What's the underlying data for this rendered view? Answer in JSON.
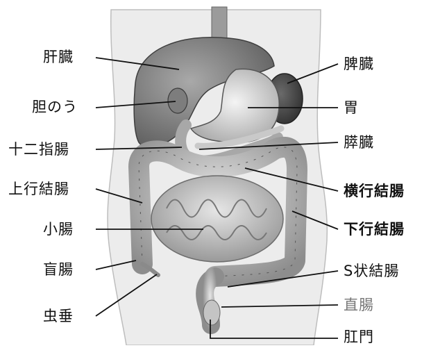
{
  "labels": {
    "liver": "肝臓",
    "gallbladder": "胆のう",
    "duodenum": "十二指腸",
    "ascending_colon": "上行結腸",
    "small_intestine": "小腸",
    "cecum": "盲腸",
    "appendix": "虫垂",
    "spleen": "脾臓",
    "stomach": "胃",
    "pancreas": "膵臓",
    "transverse_colon": "横行結腸",
    "descending_colon": "下行結腸",
    "sigmoid_colon": "S状結腸",
    "rectum": "直腸",
    "anus": "肛門"
  },
  "colors": {
    "rectum_label": "#777777",
    "line": "#111111",
    "organ_shade": "#8a8a8a",
    "body": "#ececec"
  }
}
